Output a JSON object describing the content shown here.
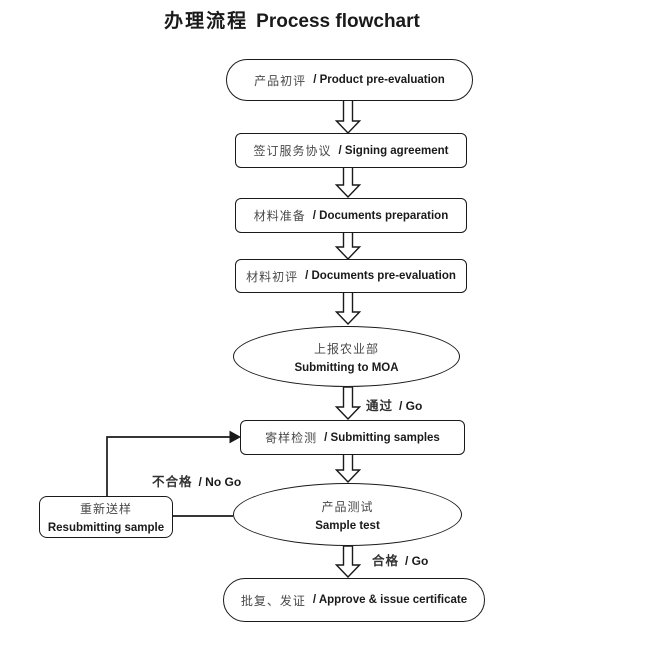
{
  "title": {
    "zh": "办理流程",
    "en": "Process flowchart"
  },
  "nodes": {
    "product_pre_evaluation": {
      "zh": "产品初评",
      "en": "/ Product pre-evaluation"
    },
    "signing_agreement": {
      "zh": "签订服务协议",
      "en": "/ Signing agreement"
    },
    "documents_preparation": {
      "zh": "材料准备",
      "en": "/ Documents preparation"
    },
    "documents_pre_evaluation": {
      "zh": "材料初评",
      "en": "/ Documents pre-evaluation"
    },
    "submitting_to_moa": {
      "zh": "上报农业部",
      "en": "Submitting to MOA"
    },
    "submitting_samples": {
      "zh": "寄样检测",
      "en": "/ Submitting samples"
    },
    "sample_test": {
      "zh": "产品测试",
      "en": "Sample test"
    },
    "approve_issue_certificate": {
      "zh": "批复、发证",
      "en": "/ Approve & issue certificate"
    },
    "resubmitting_sample": {
      "zh": "重新送样",
      "en": "Resubmitting sample"
    }
  },
  "edge_labels": {
    "pass_moa": {
      "zh": "通过",
      "en": "/ Go"
    },
    "fail_test": {
      "zh": "不合格",
      "en": "/ No Go"
    },
    "pass_test": {
      "zh": "合格",
      "en": "/ Go"
    }
  },
  "colors": {
    "stroke": "#1a1a1a",
    "chinese_text": "#4a4a4a",
    "english_text": "#1a1a1a",
    "background": "#ffffff"
  }
}
